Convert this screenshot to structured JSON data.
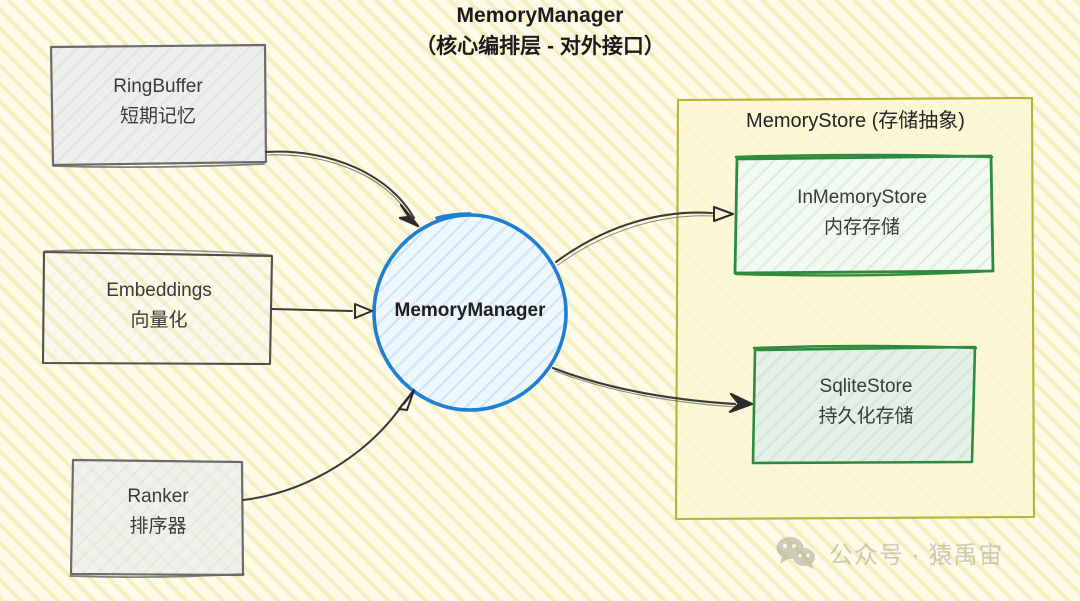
{
  "diagram": {
    "title_main": "MemoryManager",
    "title_sub": "（核心编排层 - 对外接口）",
    "background_color": "#fdfbe8",
    "stripe_color": "#f6eec2"
  },
  "nodes": {
    "ringbuffer": {
      "name": "RingBuffer",
      "name_cn": "短期记忆",
      "fill": "#eeeeee",
      "stroke": "#6b6b6b"
    },
    "embeddings": {
      "name": "Embeddings",
      "name_cn": "向量化",
      "fill": "transparent",
      "stroke": "#4f4f4f"
    },
    "ranker": {
      "name": "Ranker",
      "name_cn": "排序器",
      "fill": "#ededed",
      "stroke": "#6b6b6b"
    },
    "memorymanager": {
      "name": "MemoryManager",
      "fill": "#ddeefc",
      "stroke": "#1e7fd4"
    },
    "inmemorystore": {
      "name": "InMemoryStore",
      "name_cn": "内存存储",
      "fill": "#e9f5ea",
      "stroke": "#2e8b3d"
    },
    "sqlitestore": {
      "name": "SqliteStore",
      "name_cn": "持久化存储",
      "fill": "#ddeee4",
      "stroke": "#2e8b3d"
    }
  },
  "container": {
    "memorystore": {
      "label": "MemoryStore (存储抽象)",
      "fill": "#fbf6d2",
      "stroke": "#b8b13a"
    }
  },
  "edges": [
    {
      "from": "RingBuffer",
      "to": "MemoryManager",
      "arrowhead": "filled"
    },
    {
      "from": "Embeddings",
      "to": "MemoryManager",
      "arrowhead": "hollow"
    },
    {
      "from": "Ranker",
      "to": "MemoryManager",
      "arrowhead": "hollow"
    },
    {
      "from": "MemoryManager",
      "to": "InMemoryStore",
      "arrowhead": "hollow"
    },
    {
      "from": "MemoryManager",
      "to": "SqliteStore",
      "arrowhead": "filled"
    }
  ],
  "watermark": {
    "icon": "wechat-bubbles-icon",
    "text": "公众号 · 猿禹宙",
    "color": "#8d8d7a"
  }
}
